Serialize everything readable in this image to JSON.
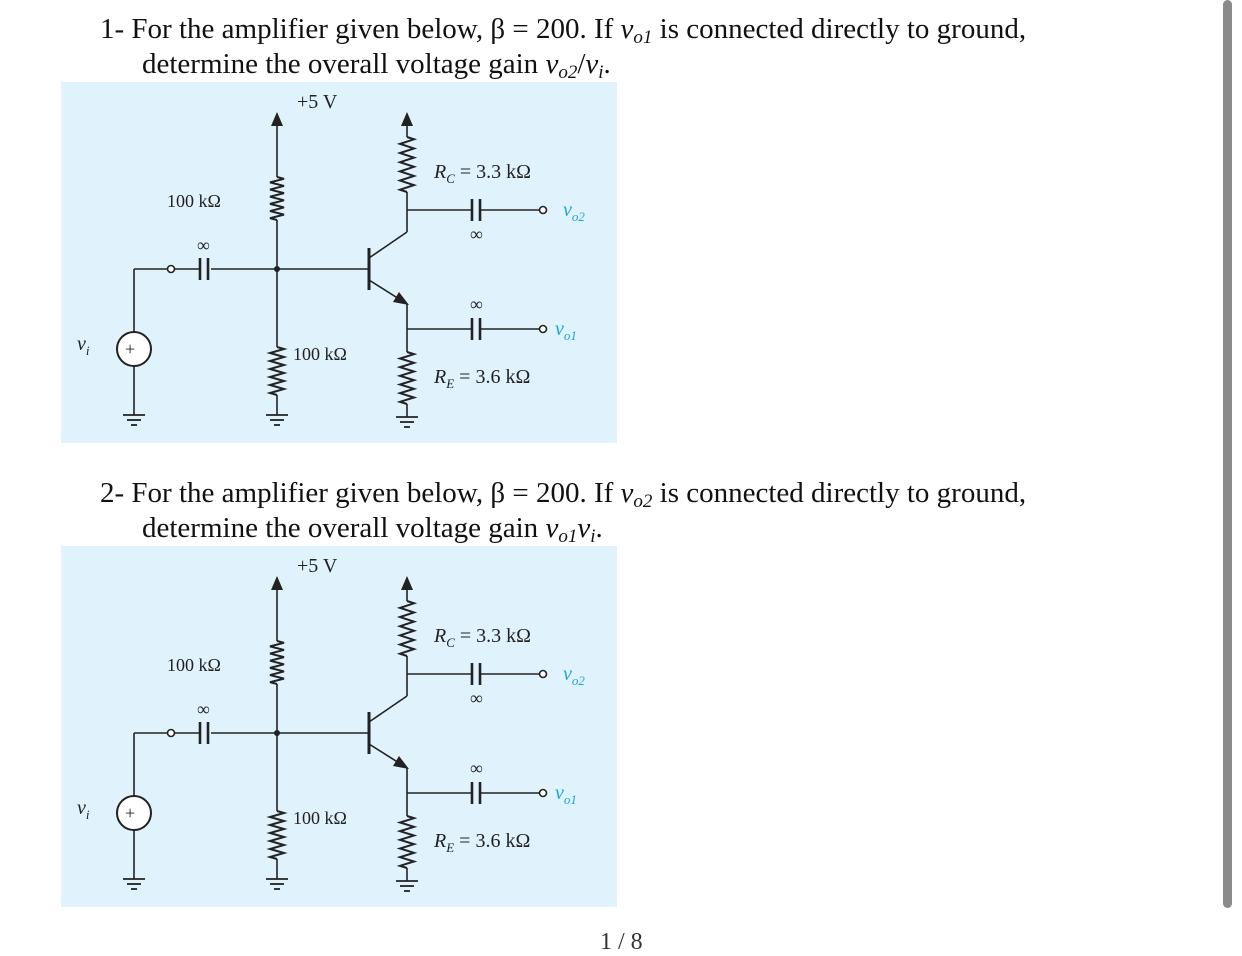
{
  "question1": {
    "number": "1-",
    "line1_a": "For the amplifier given below, β = 200.  If ",
    "var": "v",
    "var_sub": "o1",
    "line1_b": " is connected directly to ground,",
    "line2_a": "determine the overall voltage gain ",
    "gain_num": "v",
    "gain_num_sub": "o2",
    "slash": "/",
    "gain_den": "v",
    "gain_den_sub": "i",
    "end": "."
  },
  "question2": {
    "number": "2-",
    "line1_a": "For the amplifier given below, β = 200.  If ",
    "var": "v",
    "var_sub": "o2",
    "line1_b": " is connected directly to ground,",
    "line2_a": "determine the overall voltage gain ",
    "gain_num": "v",
    "gain_num_sub": "o1",
    "slash": "",
    "gain_den": "v",
    "gain_den_sub": "i",
    "end": "."
  },
  "circuit": {
    "supply": "+5 V",
    "r_top": "100 kΩ",
    "r_bottom": "100 kΩ",
    "rc_sym": "R",
    "rc_sub": "C",
    "rc_val": " = 3.3 kΩ",
    "re_sym": "R",
    "re_sub": "E",
    "re_val": " = 3.6 kΩ",
    "cap_label": "∞",
    "out2_sym": "v",
    "out2_sub": "o2",
    "out1_sym": "v",
    "out1_sub": "o1",
    "in_sym": "v",
    "in_sub": "i",
    "plus": "+",
    "minus": "−"
  },
  "colors": {
    "panel_bg": "#e0f2fc",
    "output_label": "#1aa6d8"
  },
  "page_indicator": "1 / 8"
}
